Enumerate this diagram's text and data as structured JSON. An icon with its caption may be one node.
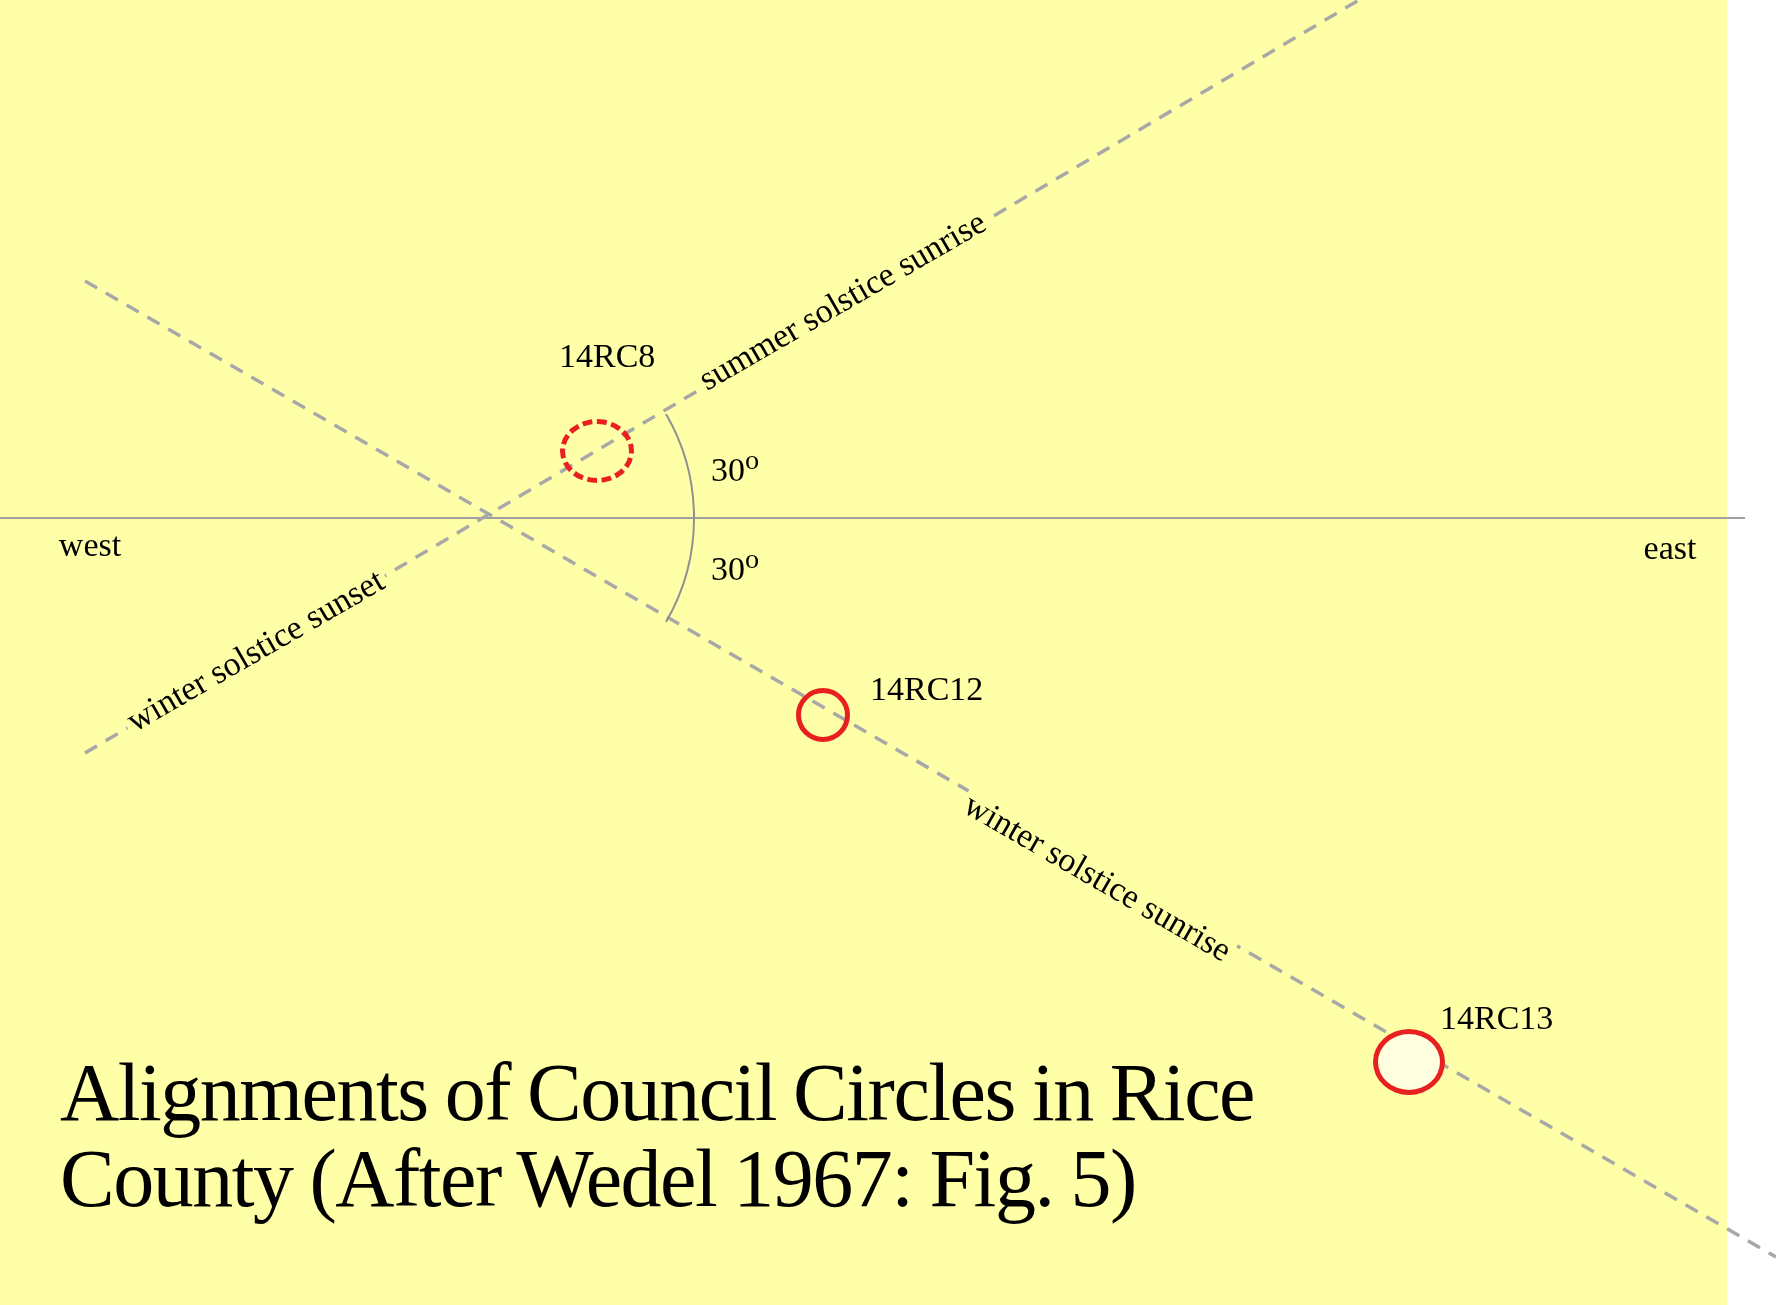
{
  "diagram": {
    "title": "Alignments of Council Circles in Rice County (After Wedel 1967: Fig. 5)",
    "nodes": [
      {
        "text": [],
        "shape": "circle",
        "beside": [
          "14RC8"
        ]
      },
      {
        "text": [],
        "shape": "circle",
        "beside": [
          "14RC12"
        ]
      },
      {
        "text": [],
        "shape": "circle",
        "beside": [
          "14RC13"
        ]
      }
    ],
    "labels": [
      "summer solstice sunrise",
      "30$^{o}$",
      "west",
      "30$^{o}$",
      "east",
      "winter solstice sunset",
      "winter solstice sunrise"
    ]
  }
}
